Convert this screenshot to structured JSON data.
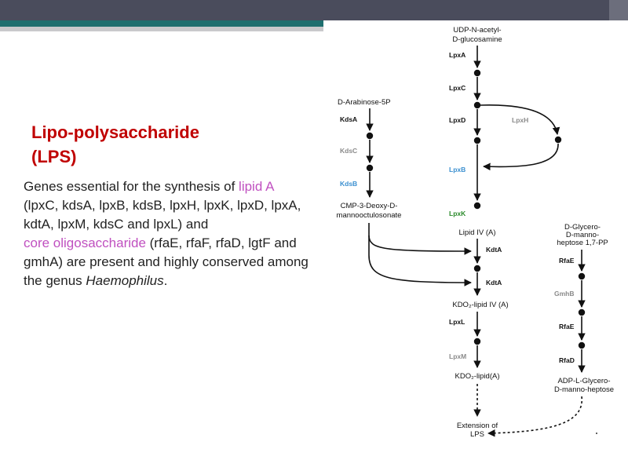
{
  "slide": {
    "title_line1": "Lipo-polysaccharide",
    "title_line2": "(LPS)",
    "body": {
      "part1": "Genes essential for the synthesis of ",
      "part1_hl": "lipid A",
      "part2": "(lpxC, kdsA, lpxB, kdsB, lpxH, lpxK, lpxD, lpxA, kdtA, lpxM, kdsC and lpxL) and",
      "part3_hl": "core oligosaccharide",
      "part3": " (rfaE, rfaF, rfaD, lgtF and gmhA) are present and highly conserved among the genus ",
      "part3_it": "Haemophilus",
      "part3_end": "."
    }
  },
  "diagram": {
    "main": {
      "top_line1": "UDP-N-acetyl-",
      "top_line2": "D-glucosamine",
      "lpxA": "LpxA",
      "lpxC": "LpxC",
      "lpxD": "LpxD",
      "lpxH": "LpxH",
      "lpxB": "LpxB",
      "lpxK": "LpxK",
      "lipid_iv": "Lipid IV (A)",
      "kdtA_1": "KdtA",
      "kdtA_2": "KdtA",
      "kdo2_lipid_iv": "KDO₂-lipid IV (A)",
      "lpxL": "LpxL",
      "lpxM": "LpxM",
      "kdo2_lipid_a": "KDO₂-lipid(A)",
      "extension_line1": "Extension of",
      "extension_line2": "LPS"
    },
    "left": {
      "start": "D-Arabinose-5P",
      "kdsA": "KdsA",
      "kdsC": "KdsC",
      "kdsB": "KdsB",
      "end_line1": "CMP-3-Deoxy-D-",
      "end_line2": "mannooctulosonate"
    },
    "right": {
      "start_line1": "D-Glycero-",
      "start_line2": "D-manno-",
      "start_line3": "heptose 1,7-PP",
      "rfaE_1": "RfaE",
      "gmhB": "GmhB",
      "rfaE_2": "RfaE",
      "rfaD": "RfaD",
      "end_line1": "ADP-L-Glycero-",
      "end_line2": "D-manno-heptose"
    }
  },
  "colors": {
    "title": "#c00000",
    "highlight": "#c050c0",
    "enzyme_blue": "#3a8fd0",
    "enzyme_green": "#2a8a2a",
    "enzyme_gray": "#8a8a8a"
  }
}
